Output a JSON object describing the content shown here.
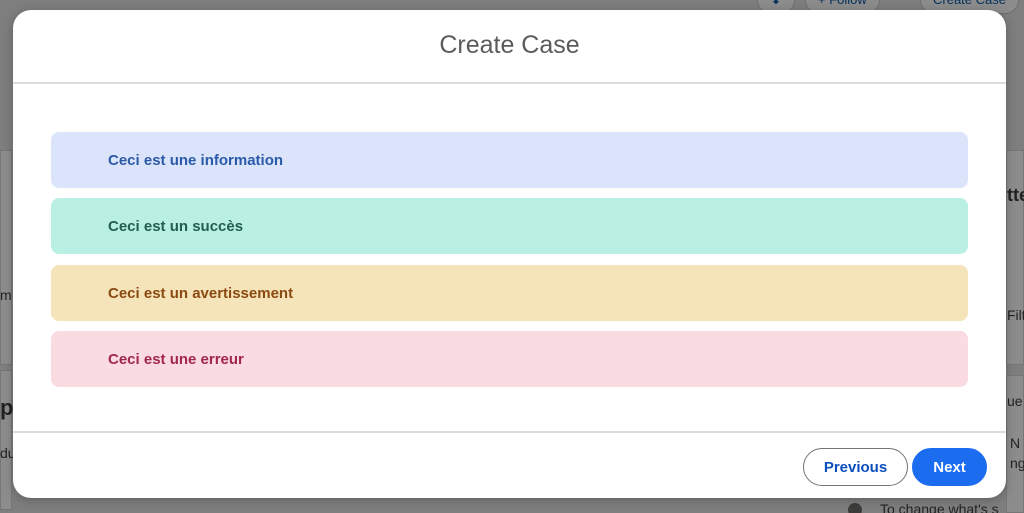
{
  "background": {
    "follow_button": "+ Follow",
    "create_case_button": "Create Case",
    "fragments": [
      "tte",
      "Filt",
      "m",
      "p",
      "du",
      "ue",
      "N",
      "ng",
      "To change what's s"
    ]
  },
  "modal": {
    "title": "Create Case",
    "alerts": [
      {
        "type": "info",
        "text": "Ceci est une information",
        "color": "#2a5aa8",
        "background": "#dbe4fb"
      },
      {
        "type": "success",
        "text": "Ceci est un succès",
        "color": "#235e52",
        "background": "#baf0e3"
      },
      {
        "type": "warning",
        "text": "Ceci est un avertissement",
        "color": "#8a4a12",
        "background": "#f5e3b9"
      },
      {
        "type": "error",
        "text": "Ceci est une erreur",
        "color": "#a2274e",
        "background": "#fadbe1"
      }
    ],
    "footer": {
      "previous_label": "Previous",
      "next_label": "Next"
    }
  },
  "colors": {
    "brand_primary": "#1c6cf0",
    "link": "#0b4fbf"
  }
}
